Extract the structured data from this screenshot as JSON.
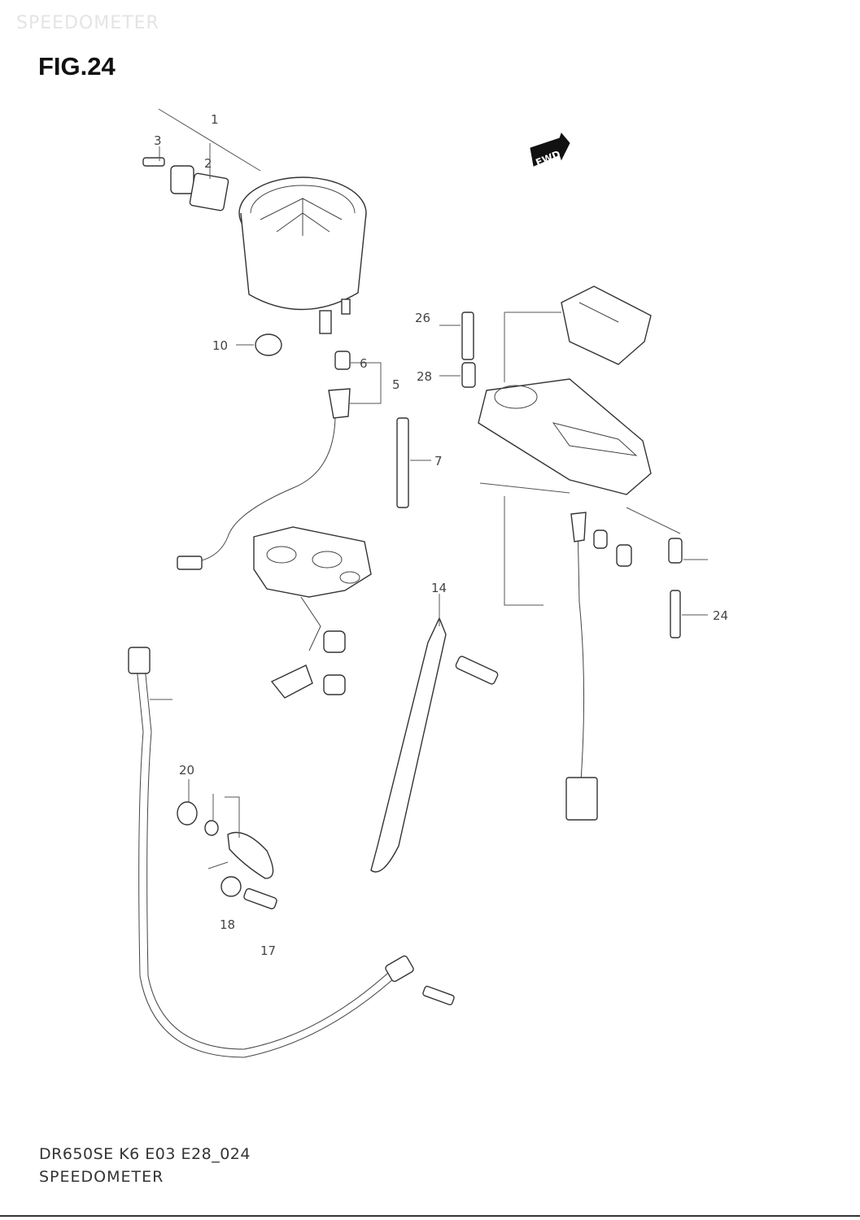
{
  "header": {
    "ghost_title": "SPEEDOMETER",
    "figure_title": "FIG.24"
  },
  "direction_badge": {
    "text": "FWD",
    "icon": "arrow-icon"
  },
  "callouts": [
    {
      "id": "c1",
      "text": "1"
    },
    {
      "id": "c2",
      "text": "2"
    },
    {
      "id": "c3",
      "text": "3"
    },
    {
      "id": "c5",
      "text": "5"
    },
    {
      "id": "c6",
      "text": "6"
    },
    {
      "id": "c7",
      "text": "7"
    },
    {
      "id": "c10",
      "text": "10"
    },
    {
      "id": "c14",
      "text": "14"
    },
    {
      "id": "c17",
      "text": "17"
    },
    {
      "id": "c18",
      "text": "18"
    },
    {
      "id": "c20",
      "text": "20"
    },
    {
      "id": "c24",
      "text": "24"
    },
    {
      "id": "c26",
      "text": "26"
    },
    {
      "id": "c28",
      "text": "28"
    }
  ],
  "footer": {
    "code": "DR650SE K6 E03 E28_024",
    "name": "SPEEDOMETER"
  }
}
